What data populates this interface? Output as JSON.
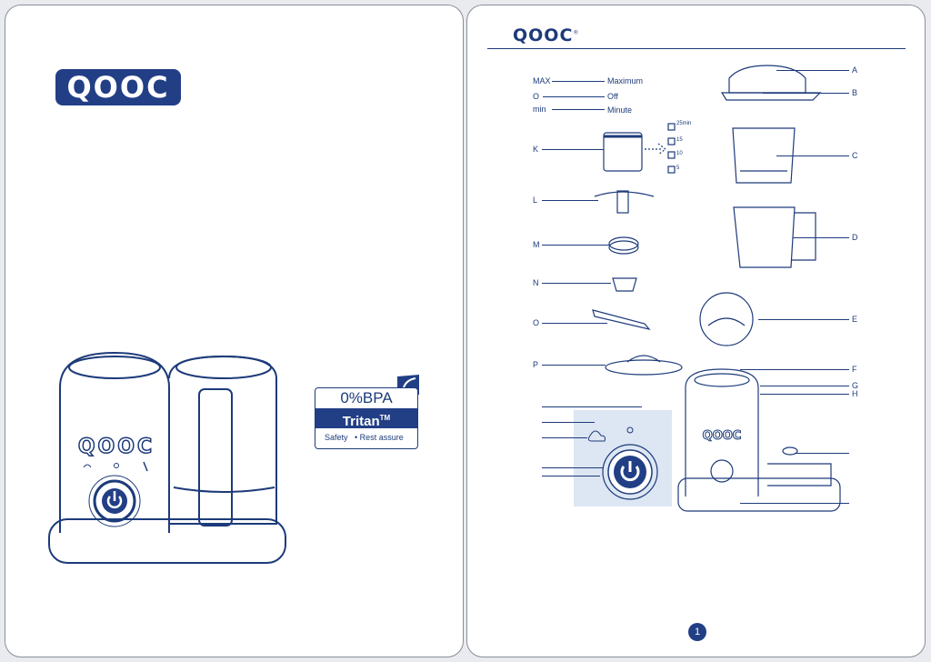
{
  "left_page": {
    "logo_text": "QOOC",
    "product_logo_text": "QOOC",
    "badge": {
      "top": "0%BPA",
      "middle": "Tritan",
      "middle_mark": "TM",
      "bottom_left": "Safety",
      "bottom_right": "• Rest assure"
    }
  },
  "right_page": {
    "logo_text": "QOOC",
    "logo_mark": "®",
    "legend": [
      {
        "abbr": "MAX",
        "meaning": "Maximum"
      },
      {
        "abbr": "O",
        "meaning": "Off"
      },
      {
        "abbr": "min",
        "meaning": "Minute"
      }
    ],
    "cup_scale": [
      "25min",
      "15",
      "10",
      "5"
    ],
    "labels_left": [
      "K",
      "L",
      "M",
      "N",
      "O",
      "P"
    ],
    "labels_right": [
      "A",
      "B",
      "C",
      "D",
      "E",
      "F",
      "G",
      "H"
    ],
    "base_logo_text": "QOOC",
    "page_number": "1"
  },
  "colors": {
    "accent": "#223f86",
    "panel": "#dde6f3"
  }
}
